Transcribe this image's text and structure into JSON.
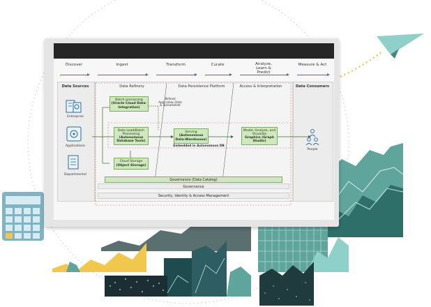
{
  "stages": [
    "Discover",
    "Ingest",
    "Transform",
    "Curate",
    "Analyze, Learn & Predict",
    "Measure & Act"
  ],
  "sections": {
    "data_sources": "Data Sources",
    "data_refinery": "Data Refinery",
    "persistence": "Data Persistence Platform",
    "access": "Access & Interpretation",
    "consumers": "Data Consumers"
  },
  "sources": [
    "Enterprise",
    "Applications",
    "Departmental"
  ],
  "boxes": {
    "batch_a": "Batch processing",
    "batch_b": "(Oracle Cloud Data-Integration)",
    "dataload_a": "Data Load/Batch Processing",
    "dataload_b": "(Autonomous Database Tools)",
    "cloud_a": "Cloud Storage",
    "cloud_b": "(Object Storage)",
    "serving_a": "Serving",
    "serving_b": "(Autonomous Data-Warehouse)",
    "model_a": "Model, Analyze, and Visualize",
    "model_b": "Graphics (Graph Studio)"
  },
  "refined_note": "Refined Application Data & Spreadsheet",
  "embedded": "Embedded in Autonomous DB",
  "people": "People",
  "governance_catalog": "Governance (Data Catalog)",
  "governance": "Governance",
  "security": "Security, Identity & Access Management",
  "colors": {
    "arrow": "#7a5c96",
    "box_fill": "#cfe8c0",
    "box_border": "#7ab05a",
    "dashed_red": "#d66a6a",
    "teal": "#5fa59c",
    "dark_teal": "#1f4a4e",
    "gold": "#f0c94c",
    "plane": "#6dbdb4"
  }
}
